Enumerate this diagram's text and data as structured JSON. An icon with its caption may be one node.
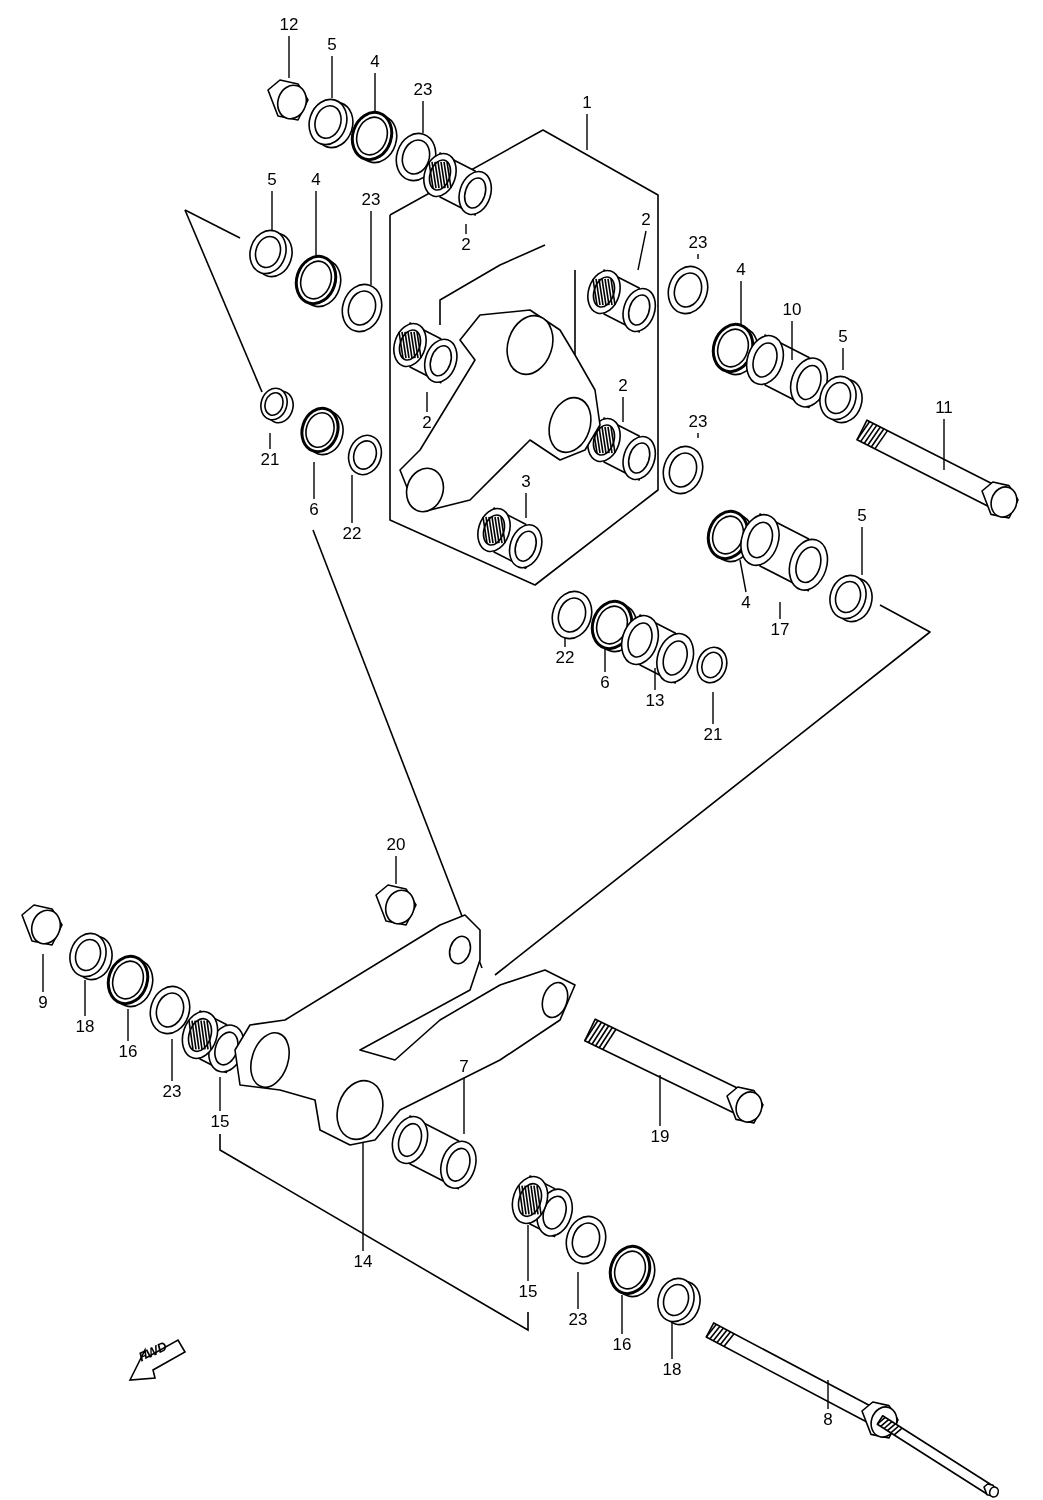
{
  "diagram": {
    "nodes": [
      {
        "text": [
          "12"
        ]
      },
      {
        "text": [
          "5"
        ]
      },
      {
        "text": [
          "4"
        ]
      },
      {
        "text": [
          "23"
        ]
      },
      {
        "text": [
          "1"
        ]
      },
      {
        "text": [
          "5"
        ]
      },
      {
        "text": [
          "4"
        ]
      },
      {
        "text": [
          "23"
        ]
      },
      {
        "text": [
          "2"
        ]
      },
      {
        "text": [
          "2"
        ]
      },
      {
        "text": [
          "23"
        ]
      },
      {
        "text": [
          "4"
        ]
      },
      {
        "text": [
          "10"
        ]
      },
      {
        "text": [
          "5"
        ]
      },
      {
        "text": [
          "2"
        ]
      },
      {
        "text": [
          "2"
        ]
      },
      {
        "text": [
          "11"
        ]
      },
      {
        "text": [
          "21"
        ]
      },
      {
        "text": [
          "6"
        ]
      },
      {
        "text": [
          "22"
        ]
      },
      {
        "text": [
          "3"
        ]
      },
      {
        "text": [
          "23"
        ]
      },
      {
        "text": [
          "5"
        ]
      },
      {
        "text": [
          "4"
        ]
      },
      {
        "text": [
          "17"
        ]
      },
      {
        "text": [
          "22"
        ]
      },
      {
        "text": [
          "6"
        ]
      },
      {
        "text": [
          "13"
        ]
      },
      {
        "text": [
          "21"
        ]
      },
      {
        "text": [
          "20"
        ]
      },
      {
        "text": [
          "9"
        ]
      },
      {
        "text": [
          "18"
        ]
      },
      {
        "text": [
          "16"
        ]
      },
      {
        "text": [
          "23"
        ]
      },
      {
        "text": [
          "15"
        ]
      },
      {
        "text": [
          "7"
        ]
      },
      {
        "text": [
          "19"
        ]
      },
      {
        "text": [
          "14"
        ]
      },
      {
        "text": [
          "15"
        ]
      },
      {
        "text": [
          "23"
        ]
      },
      {
        "text": [
          "16"
        ]
      },
      {
        "text": [
          "18"
        ]
      },
      {
        "text": [
          "8"
        ]
      }
    ],
    "edges": [
      {
        "from": 0,
        "to": null,
        "arrow": "none"
      },
      {
        "from": 1,
        "to": null,
        "arrow": "none"
      },
      {
        "from": 2,
        "to": null,
        "arrow": "none"
      },
      {
        "from": 3,
        "to": null,
        "arrow": "none"
      },
      {
        "from": 4,
        "to": null,
        "arrow": "none"
      },
      {
        "from": 5,
        "to": null,
        "arrow": "none"
      },
      {
        "from": 6,
        "to": null,
        "arrow": "none"
      },
      {
        "from": 7,
        "to": null,
        "arrow": "none"
      },
      {
        "from": 8,
        "to": null,
        "arrow": "none"
      },
      {
        "from": 9,
        "to": null,
        "arrow": "none"
      },
      {
        "from": 10,
        "to": null,
        "arrow": "none"
      },
      {
        "from": 11,
        "to": null,
        "arrow": "none"
      },
      {
        "from": 12,
        "to": null,
        "arrow": "none"
      },
      {
        "from": 13,
        "to": null,
        "arrow": "none"
      },
      {
        "from": 14,
        "to": null,
        "arrow": "none"
      },
      {
        "from": 15,
        "to": null,
        "arrow": "none"
      },
      {
        "from": 16,
        "to": null,
        "arrow": "none"
      },
      {
        "from": 17,
        "to": null,
        "arrow": "none"
      },
      {
        "from": 18,
        "to": null,
        "arrow": "none"
      },
      {
        "from": 19,
        "to": null,
        "arrow": "none"
      },
      {
        "from": 20,
        "to": null,
        "arrow": "none"
      },
      {
        "from": 21,
        "to": null,
        "arrow": "none"
      },
      {
        "from": 22,
        "to": null,
        "arrow": "none"
      },
      {
        "from": 23,
        "to": null,
        "arrow": "none"
      },
      {
        "from": 24,
        "to": null,
        "arrow": "none"
      },
      {
        "from": 25,
        "to": null,
        "arrow": "none"
      },
      {
        "from": 26,
        "to": null,
        "arrow": "none"
      },
      {
        "from": 27,
        "to": null,
        "arrow": "none"
      },
      {
        "from": 28,
        "to": null,
        "arrow": "none"
      },
      {
        "from": 29,
        "to": null,
        "arrow": "none"
      },
      {
        "from": 30,
        "to": null,
        "arrow": "none"
      },
      {
        "from": 31,
        "to": null,
        "arrow": "none"
      },
      {
        "from": 32,
        "to": null,
        "arrow": "none"
      },
      {
        "from": 33,
        "to": null,
        "arrow": "none"
      },
      {
        "from": 34,
        "to": null,
        "arrow": "none"
      },
      {
        "from": 35,
        "to": null,
        "arrow": "none"
      },
      {
        "from": 36,
        "to": null,
        "arrow": "none"
      },
      {
        "from": 37,
        "to": null,
        "arrow": "none"
      },
      {
        "from": 38,
        "to": null,
        "arrow": "none"
      },
      {
        "from": 39,
        "to": null,
        "arrow": "none"
      },
      {
        "from": 40,
        "to": null,
        "arrow": "none"
      },
      {
        "from": 41,
        "to": null,
        "arrow": "none"
      },
      {
        "from": 42,
        "to": null,
        "arrow": "none"
      }
    ],
    "labels": [
      "FWD"
    ]
  }
}
